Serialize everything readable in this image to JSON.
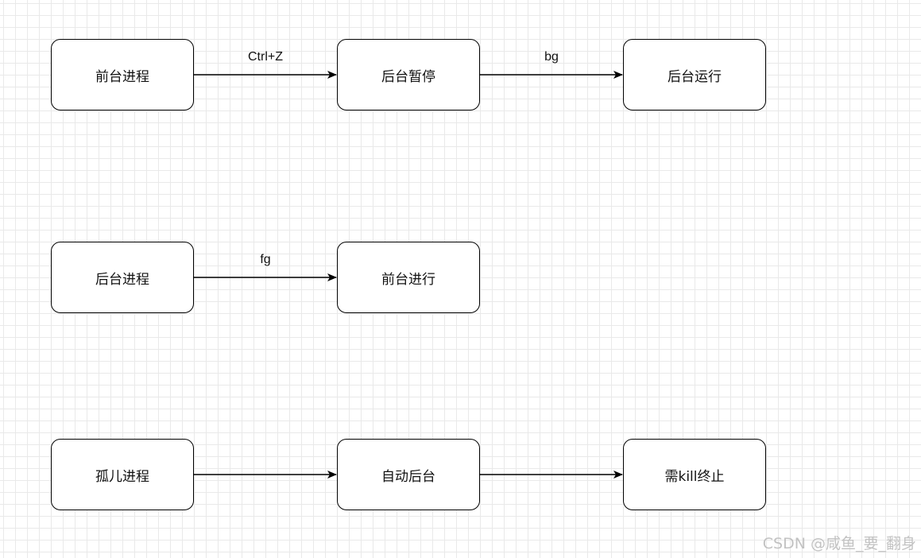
{
  "diagram": {
    "nodes": {
      "foreground_process": "前台进程",
      "background_suspended": "后台暂停",
      "background_running": "后台运行",
      "background_process": "后台进程",
      "foreground_running": "前台进行",
      "orphan_process": "孤儿进程",
      "auto_background": "自动后台",
      "needs_kill": "需kill终止"
    },
    "edges": {
      "ctrl_z": "Ctrl+Z",
      "bg": "bg",
      "fg": "fg"
    }
  },
  "watermark": "CSDN @咸鱼_要_翻身"
}
